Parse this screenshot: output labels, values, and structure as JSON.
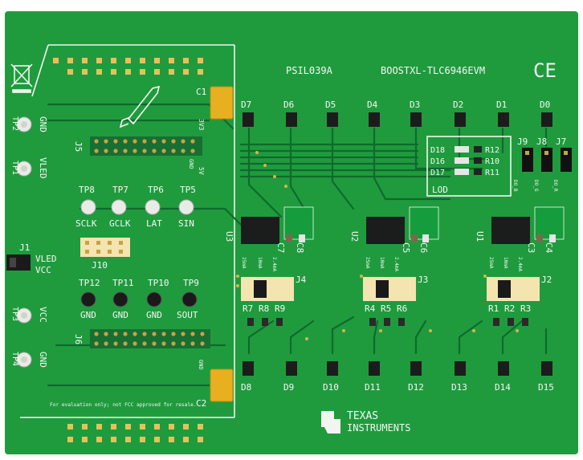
{
  "board": {
    "code": "PSIL039A",
    "name": "BOOSTXL-TLC6946EVM",
    "ce_mark": "CE",
    "brand_line1": "TEXAS",
    "brand_line2": "INSTRUMENTS",
    "disclaimer": "For evaluation only; not FCC approved for resale."
  },
  "leds_top": [
    "D7",
    "D6",
    "D5",
    "D4",
    "D3",
    "D2",
    "D1",
    "D0"
  ],
  "leds_bottom": [
    "D8",
    "D9",
    "D10",
    "D11",
    "D12",
    "D13",
    "D14",
    "D15"
  ],
  "lod": {
    "title": "LOD",
    "diodes": [
      "D18",
      "D16",
      "D17"
    ],
    "resistors": [
      "R12",
      "R10",
      "R11"
    ]
  },
  "jumpers_top": [
    "J9",
    "J8",
    "J7"
  ],
  "jumper_side": [
    "DO_B",
    "DO_G",
    "DO_R"
  ],
  "testpoints_top": [
    {
      "id": "TP8",
      "label": "SCLK"
    },
    {
      "id": "TP7",
      "label": "GCLK"
    },
    {
      "id": "TP6",
      "label": "LAT"
    },
    {
      "id": "TP5",
      "label": "SIN"
    }
  ],
  "testpoints_bottom": [
    {
      "id": "TP12",
      "label": "GND"
    },
    {
      "id": "TP11",
      "label": "GND"
    },
    {
      "id": "TP10",
      "label": "GND"
    },
    {
      "id": "TP9",
      "label": "SOUT"
    }
  ],
  "left_testpoints": [
    {
      "id": "TP2",
      "label": "GND"
    },
    {
      "id": "TP1",
      "label": "VLED"
    },
    {
      "id": "TP3",
      "label": "VCC"
    },
    {
      "id": "TP4",
      "label": "GND"
    }
  ],
  "j1": {
    "id": "J1",
    "line1": "VLED",
    "line2": "VCC"
  },
  "caps": {
    "c1": "C1",
    "c2": "C2",
    "c7": "C7",
    "c8": "C8",
    "c5": "C5",
    "c6": "C6",
    "c3": "C3",
    "c4": "C4"
  },
  "ics": [
    "U3",
    "U2",
    "U1"
  ],
  "jumper_banks": [
    "J4",
    "J3",
    "J2"
  ],
  "resistors": {
    "bank4": [
      "R7",
      "R8",
      "R9"
    ],
    "bank3": [
      "R4",
      "R5",
      "R6"
    ],
    "bank2": [
      "R1",
      "R2",
      "R3"
    ]
  },
  "current_labels": [
    "25mA",
    "10mA",
    "2.4mA"
  ],
  "headers": {
    "j5": "J5",
    "j6": "J6",
    "j10": "J10"
  },
  "header_labels": {
    "v33": "3V3",
    "gnd": "GND",
    "v5": "5V",
    "gnd2": "GND"
  },
  "colors": {
    "board": "#1f9b3e",
    "board_dark": "#158734",
    "silk": "#f2f5ef",
    "gold": "#e4c25a",
    "chip": "#1b1d1d"
  }
}
